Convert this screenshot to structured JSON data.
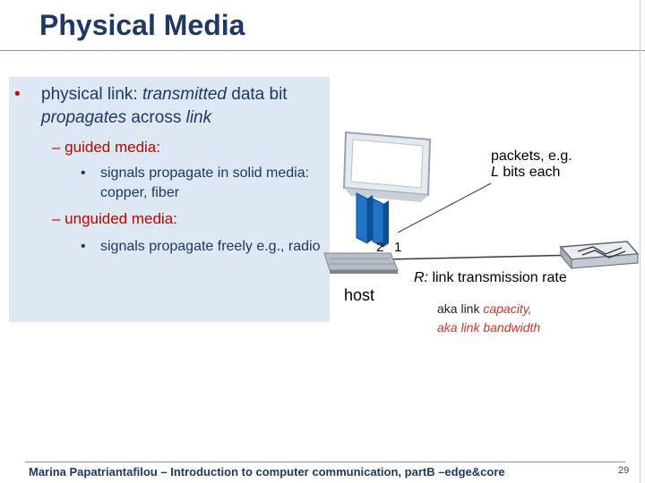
{
  "slide": {
    "title": "Physical Media",
    "bullet_physical_link": {
      "marker": "•",
      "prefix": "physical link: ",
      "transmitted": "transmitted",
      "mid": " data bit ",
      "propagates": "propagates",
      "mid2": " across ",
      "link": "link"
    },
    "guided": {
      "label": "– guided media:",
      "marker": "•",
      "detail": "signals propagate in solid media: copper, fiber"
    },
    "unguided": {
      "label": "– unguided media:",
      "marker": "•",
      "detail": "signals propagate freely e.g., radio"
    }
  },
  "diagram": {
    "packets_label_line1": "packets, e.g.",
    "packets_label_L": "L",
    "packets_label_line2_rest": " bits each",
    "packet_numbers": [
      "2",
      "1"
    ],
    "host_label": "host",
    "rate_R": "R:",
    "rate_text": " link transmission rate",
    "aka1_prefix": "aka link ",
    "aka1_italic": "capacity,",
    "aka2_italic": "aka link bandwidth"
  },
  "footer": {
    "text": "Marina Papatriantafilou –  Introduction to computer communication, partB –edge&core",
    "page_number": "29"
  },
  "colors": {
    "title": "#1f3864",
    "accent_red": "#c00000",
    "box_background": "#dde8f3"
  }
}
